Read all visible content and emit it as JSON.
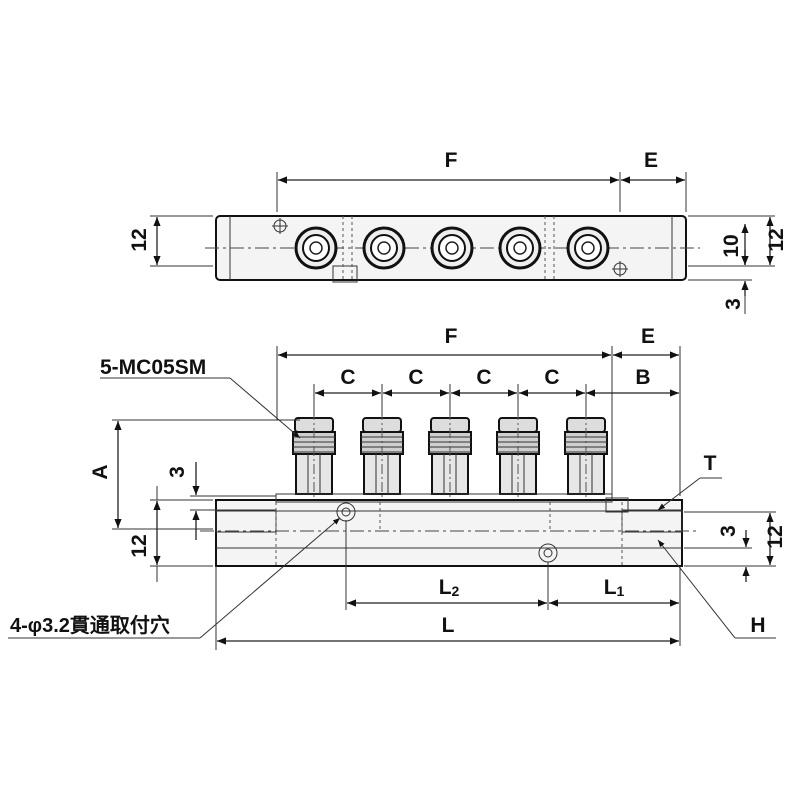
{
  "top_view": {
    "dim_F": "F",
    "dim_E": "E",
    "dim_12_left": "12",
    "dim_10": "10",
    "dim_12_right": "12",
    "dim_3": "3",
    "port_count": 5
  },
  "front_view": {
    "fitting_callout": "5-MC05SM",
    "dim_F": "F",
    "dim_E": "E",
    "dim_C": [
      "C",
      "C",
      "C",
      "C"
    ],
    "dim_B": "B",
    "dim_A": "A",
    "dim_3_left": "3",
    "dim_12_left": "12",
    "dim_T": "T",
    "dim_3_right": "3",
    "dim_12_right": "12",
    "dim_L2": "L2",
    "dim_L1": "L1",
    "dim_L": "L",
    "dim_H": "H",
    "hole_callout": "4-φ3.2貫通取付穴"
  }
}
